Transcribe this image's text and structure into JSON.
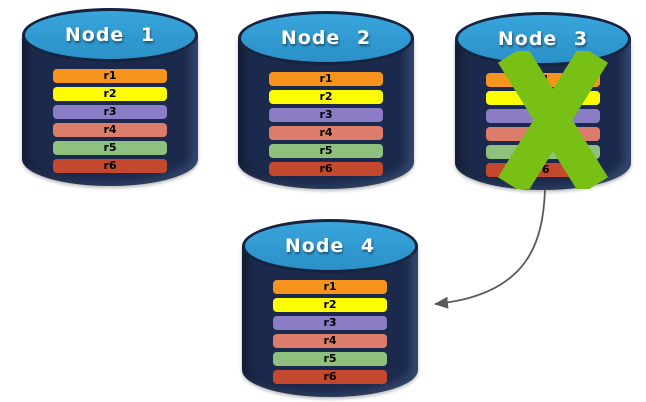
{
  "diagram": {
    "description": "Database node replication diagram: replicas r1-r6 stored on four nodes; Node 3 fails and its data is transferred to Node 4",
    "nodes": [
      {
        "label": "Node 1",
        "status": "active"
      },
      {
        "label": "Node 2",
        "status": "active"
      },
      {
        "label": "Node 3",
        "status": "failed"
      },
      {
        "label": "Node 4",
        "status": "active"
      }
    ],
    "replicas": [
      {
        "label": "r1",
        "color": "#F7941E"
      },
      {
        "label": "r2",
        "color": "#FDFD00"
      },
      {
        "label": "r3",
        "color": "#8B7CC6"
      },
      {
        "label": "r4",
        "color": "#DC7C6B"
      },
      {
        "label": "r5",
        "color": "#8FC17E"
      },
      {
        "label": "r6",
        "color": "#C4482D"
      }
    ],
    "icons": {
      "failure_x": "green-x-cross",
      "transfer_arrow": "curved-arrow-left"
    },
    "colors": {
      "cylinder_body": "#1B2A4C",
      "cylinder_top": "#2E9AD2",
      "cylinder_stroke": "#16233F",
      "failure_x": "#79C016",
      "arrow": "#595959",
      "background": "#FFFFFF"
    }
  }
}
